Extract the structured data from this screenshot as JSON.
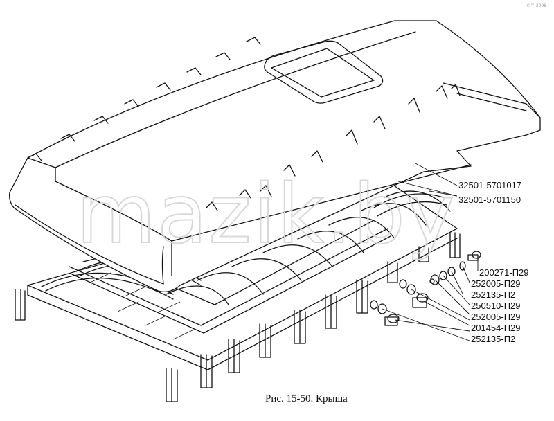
{
  "diagram": {
    "caption": "Рис. 15-50. Крыша",
    "watermark": "mazik.by",
    "corner_mark": "©™ 2008",
    "callouts": [
      "32501-5701017",
      "32501-5701150",
      "200271-П29",
      "252005-П29",
      "252135-П2",
      "250510-П29",
      "252005-П29",
      "201454-П29",
      "252135-П2"
    ]
  },
  "colors": {
    "ink": "#111111",
    "watermark": "#d8d8d8",
    "background": "#ffffff"
  }
}
